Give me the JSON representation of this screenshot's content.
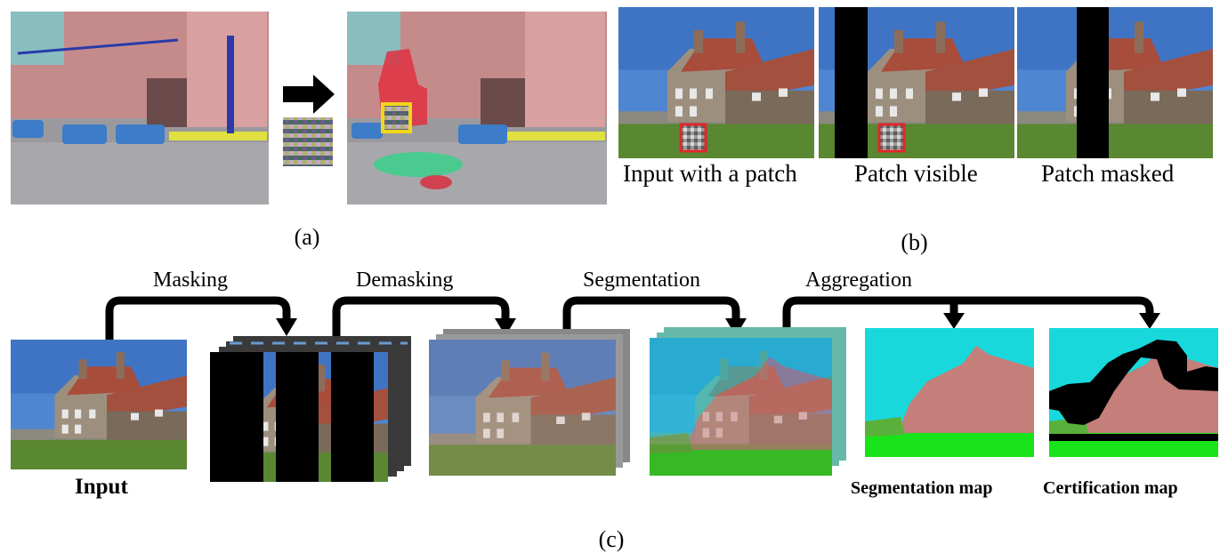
{
  "panel_a": {
    "caption": "(a)"
  },
  "panel_b": {
    "caption": "(b)",
    "images": [
      {
        "label": "Input with a patch"
      },
      {
        "label": "Patch visible"
      },
      {
        "label": "Patch masked"
      }
    ]
  },
  "panel_c": {
    "caption": "(c)",
    "steps": [
      "Masking",
      "Demasking",
      "Segmentation",
      "Aggregation"
    ],
    "input_label": "Input",
    "outputs": [
      "Segmentation map",
      "Certification map"
    ]
  },
  "colors": {
    "sky": "#3f78c8",
    "wall": "#8a7a6a",
    "roof": "#9a4a3a",
    "grass": "#4f7a2e",
    "seg_sky": "#18d8dc",
    "seg_building": "#c47f7a",
    "seg_grass": "#19e31a",
    "patch_red": "#e0262a",
    "patch_yellow": "#f2d61a"
  }
}
